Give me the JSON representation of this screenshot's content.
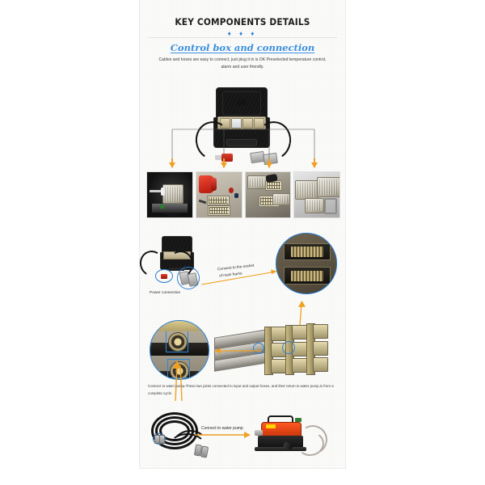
{
  "header": {
    "title": "KEY COMPONENTS DETAILS",
    "dots": "♦ ♦ ♦",
    "subtitle": "Control box and connection",
    "lead": "Cables and hoses are easy to connect, just plug it in is OK Preselected temperature control, alarm and user friendly."
  },
  "sections": {
    "hero": {
      "name": "control-box-with-cables"
    },
    "thumbnails": [
      {
        "label": "connector-backshell-photo"
      },
      {
        "label": "red-power-plug-and-connector-inserts-photo"
      },
      {
        "label": "assembled-heavy-duty-connectors-photo"
      },
      {
        "label": "grey-connector-hoods-photo"
      }
    ],
    "mid": {
      "power_connection_label": "Power connection",
      "socket_callout": "Connect to the socket\nof main frame",
      "socket_callout_line1": "Connect to the socket",
      "socket_callout_line2": "of main frame"
    },
    "frame": {
      "note": "Connect to water pump.These two joints connected to input and output hoses, and their return to water pump,is from a complete cycle."
    },
    "bottom": {
      "pump_label": "Connect to water pump"
    }
  },
  "colors": {
    "accent_blue": "#2f7fd6",
    "subtitle_blue": "#3b8fdd",
    "arrow_orange": "#f0a020",
    "highlight_blue": "#1f77cf",
    "panel_bg": "#fbfbfa",
    "page_bg": "#ffffff",
    "text_dark": "#2b2b2b"
  }
}
